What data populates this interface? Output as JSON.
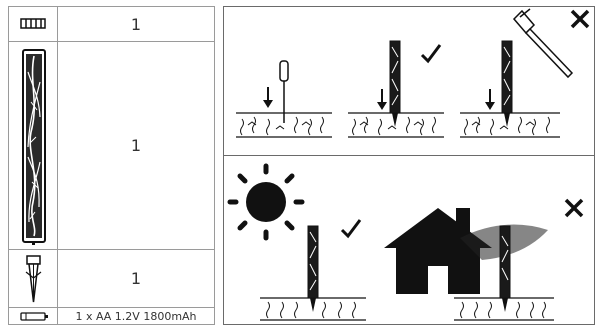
{
  "contents_table": {
    "rows": [
      {
        "item_icon": "ground-spike-head-icon",
        "quantity": "1"
      },
      {
        "item_icon": "decorative-light-stake-icon",
        "quantity": "1"
      },
      {
        "item_icon": "ground-spike-icon",
        "quantity": "1"
      },
      {
        "item_icon": "rechargeable-battery-icon",
        "quantity": "1 x AA 1.2V 1800mAh"
      }
    ]
  },
  "instructions": {
    "installation": [
      {
        "step": "screwdriver-pilot-hole",
        "mark": "none"
      },
      {
        "step": "push-into-ground-by-hand",
        "mark": "check"
      },
      {
        "step": "do-not-hammer",
        "mark": "cross"
      }
    ],
    "placement": [
      {
        "step": "place-in-direct-sunlight",
        "mark": "check"
      },
      {
        "step": "do-not-place-in-shade",
        "mark": "cross"
      }
    ]
  },
  "colors": {
    "ink": "#111111",
    "grid": "#9a9a9a"
  }
}
